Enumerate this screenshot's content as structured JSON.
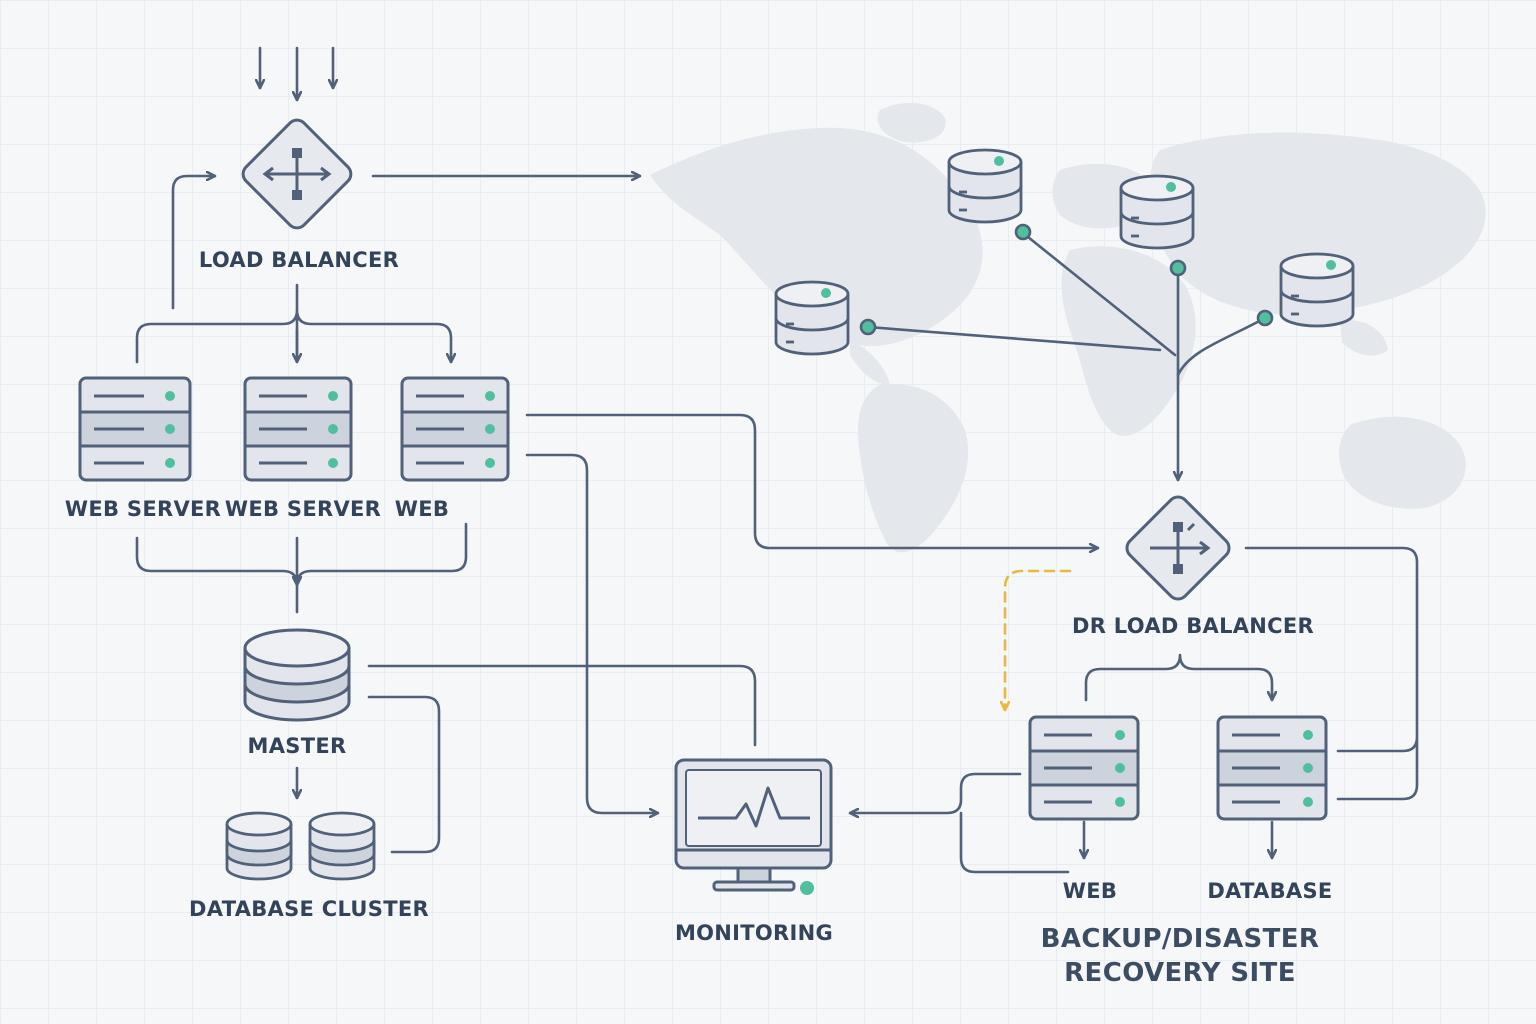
{
  "colors": {
    "background": "#f6f7f9",
    "grid": "#e9ecf0",
    "stroke": "#506179",
    "fill": "#e2e6ec",
    "fill_dark": "#cdd3dc",
    "accent_teal": "#4fbf9f",
    "accent_yellow": "#e8b93c",
    "map": "#e4e7eb",
    "text": "#33435a"
  },
  "primary_site": {
    "load_balancer": {
      "label": "LOAD BALANCER",
      "icon": "load-balancer-diamond-icon"
    },
    "web_servers": [
      {
        "label": "WEB SERVER",
        "icon": "server-rack-icon"
      },
      {
        "label": "WEB SERVER",
        "icon": "server-rack-icon"
      },
      {
        "label": "WEB",
        "icon": "server-rack-icon"
      }
    ],
    "master": {
      "label": "MASTER",
      "icon": "database-icon"
    },
    "database_cluster": {
      "label": "DATABASE CLUSTER",
      "icon": "database-icon"
    }
  },
  "monitoring": {
    "label": "MONITORING",
    "icon": "monitor-heartbeat-icon"
  },
  "global_replicas": {
    "count": 4,
    "icon": "database-icon",
    "background": "world-map"
  },
  "dr_site": {
    "load_balancer": {
      "label": "DR LOAD BALANCER",
      "icon": "load-balancer-diamond-icon"
    },
    "web": {
      "label": "WEB",
      "icon": "server-rack-icon"
    },
    "database": {
      "label": "DATABASE",
      "icon": "server-rack-icon"
    },
    "title_line1": "BACKUP/DISASTER",
    "title_line2": "RECOVERY SITE"
  }
}
